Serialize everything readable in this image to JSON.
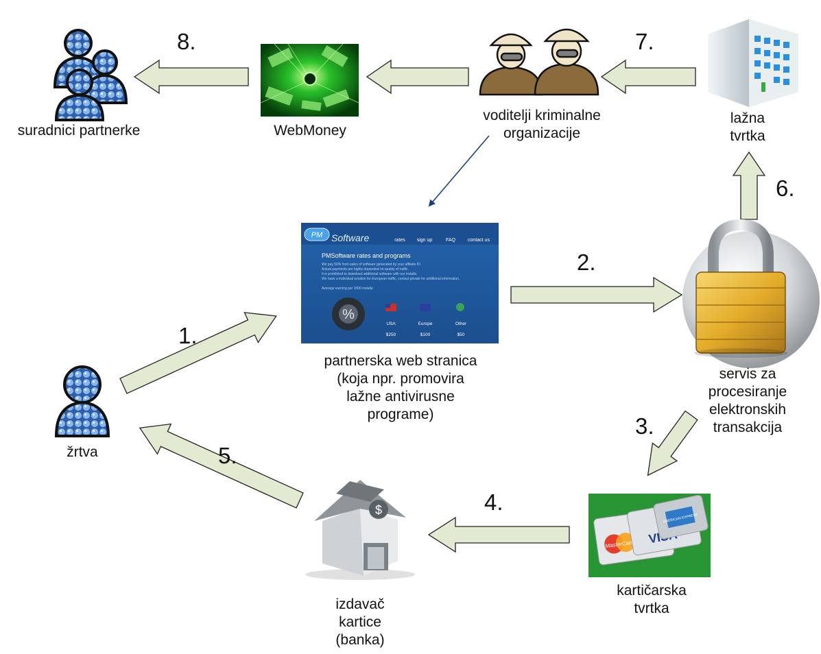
{
  "nodes": {
    "partners": {
      "label": "suradnici partnerke",
      "icon": "people-group-icon"
    },
    "webmoney": {
      "label": "WebMoney",
      "icon": "money-matrix-image"
    },
    "leaders": {
      "label_lines": [
        "voditelji kriminalne",
        "organizacije"
      ],
      "icon": "detectives-icon"
    },
    "fake_company": {
      "label_lines": [
        "lažna",
        "tvrtka"
      ],
      "icon": "office-building-icon"
    },
    "website": {
      "label_lines": [
        "partnerska web stranica",
        "(koja npr. promovira",
        "lažne antivirusne",
        "programe)"
      ],
      "icon": "website-screenshot"
    },
    "processor": {
      "label_lines": [
        "servis za",
        "procesiranje",
        "elektronskih",
        "transakcija"
      ],
      "icon": "padlock-globe-icon"
    },
    "victim": {
      "label": "žrtva",
      "icon": "person-icon"
    },
    "bank": {
      "label_lines": [
        "izdavač",
        "kartice",
        "(banka)"
      ],
      "icon": "bank-building-icon"
    },
    "card_company": {
      "label_lines": [
        "kartičarska",
        "tvrtka"
      ],
      "icon": "credit-cards-image"
    }
  },
  "steps": [
    "1.",
    "2.",
    "3.",
    "4.",
    "5.",
    "6.",
    "7.",
    "8."
  ],
  "website_screenshot": {
    "brand": "Software",
    "brand_badge": "PM",
    "nav": [
      "rates",
      "sign up",
      "FAQ",
      "contact us"
    ],
    "heading": "PMSoftware rates and programs",
    "paragraphs": [
      "We pay 50% from sales of software generated by your affiliate ID.",
      "Actual payments are highly depended on quality of traffic.",
      "It is prohibited to download additional software with our installs.",
      "We have a individual solution for European traffic, contact private for additional information."
    ],
    "earning_label": "Average earning per 1000 installs:",
    "regions": [
      {
        "name": "USA",
        "amount": "$250"
      },
      {
        "name": "Europe",
        "amount": "$100"
      },
      {
        "name": "Other",
        "amount": "$50"
      }
    ]
  },
  "cards": {
    "brands": [
      "MasterCard",
      "VISA",
      "AMERICAN EXPRESS"
    ]
  },
  "colors": {
    "arrow_fill": "#e2ebd2",
    "arrow_stroke": "#222222",
    "person_fill": "#5b8fd6",
    "site_bg": "#1f5aa0",
    "thin_arrow": "#1f3f7a"
  }
}
